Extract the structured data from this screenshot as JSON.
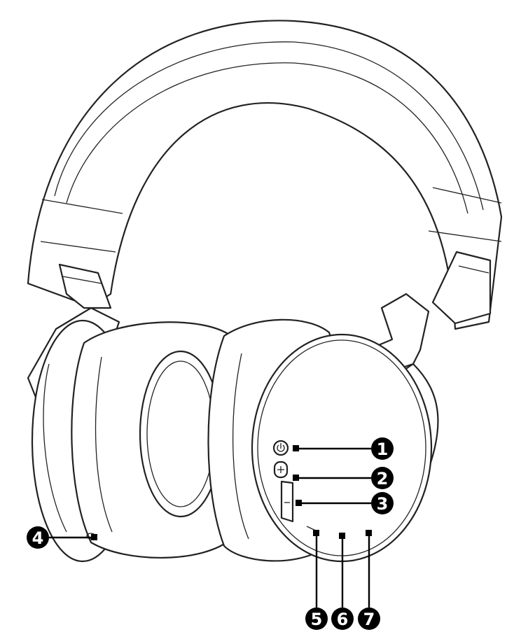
{
  "diagram": {
    "callouts": [
      {
        "id": "1",
        "label": "1"
      },
      {
        "id": "2",
        "label": "2"
      },
      {
        "id": "3",
        "label": "3"
      },
      {
        "id": "4",
        "label": "4"
      },
      {
        "id": "5",
        "label": "5"
      },
      {
        "id": "6",
        "label": "6"
      },
      {
        "id": "7",
        "label": "7"
      }
    ],
    "colors": {
      "line": "#222222",
      "callout": "#000000",
      "callout_text": "#ffffff",
      "background": "#ffffff"
    }
  }
}
